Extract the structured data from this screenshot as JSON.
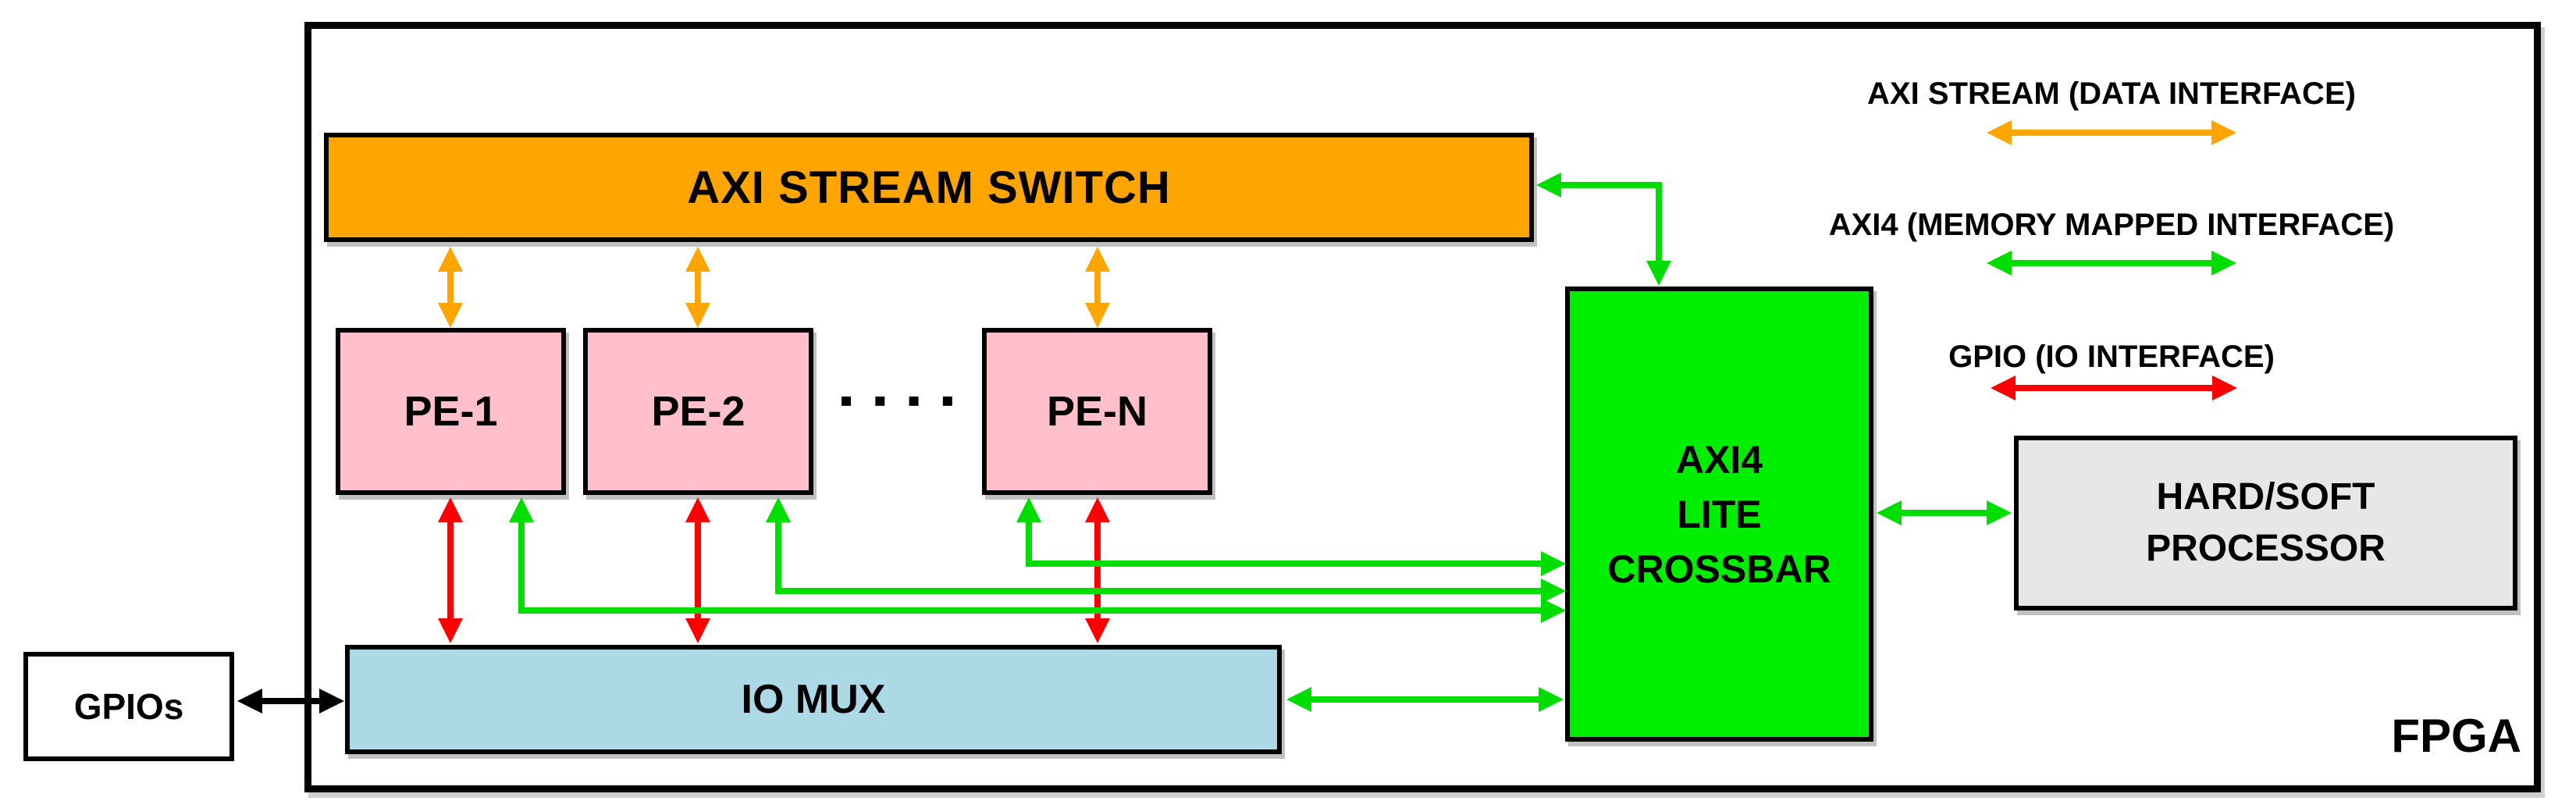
{
  "fpga": {
    "label": "FPGA"
  },
  "blocks": {
    "axi_stream_switch": {
      "label": "AXI STREAM SWITCH"
    },
    "pe_1": {
      "label": "PE-1"
    },
    "pe_2": {
      "label": "PE-2"
    },
    "pe_n": {
      "label": "PE-N"
    },
    "pe_ellipsis": "▪▪▪▪",
    "io_mux": {
      "label": "IO MUX"
    },
    "gpios": {
      "label": "GPIOs"
    },
    "axi4_lite_crossbar": {
      "label_lines": [
        "AXI4",
        "LITE",
        "CROSSBAR"
      ]
    },
    "hard_soft_processor": {
      "label_lines": [
        "HARD/SOFT",
        "PROCESSOR"
      ]
    }
  },
  "legend": {
    "items": [
      {
        "label": "AXI STREAM (DATA INTERFACE)",
        "color": "#FFA500"
      },
      {
        "label": "AXI4 (MEMORY MAPPED INTERFACE)",
        "color": "#00DD00"
      },
      {
        "label": "GPIO (IO INTERFACE)",
        "color": "#FF0000"
      }
    ]
  },
  "colors": {
    "axi_stream_orange": "#FFA500",
    "axi4_green": "#00DD00",
    "gpio_red": "#FF0000",
    "pe_pink": "#FFC0CB",
    "crossbar_green": "#00EE00",
    "io_mux_blue": "#ADD8E6",
    "processor_gray": "#E7E7E7",
    "outline_black": "#000000"
  }
}
